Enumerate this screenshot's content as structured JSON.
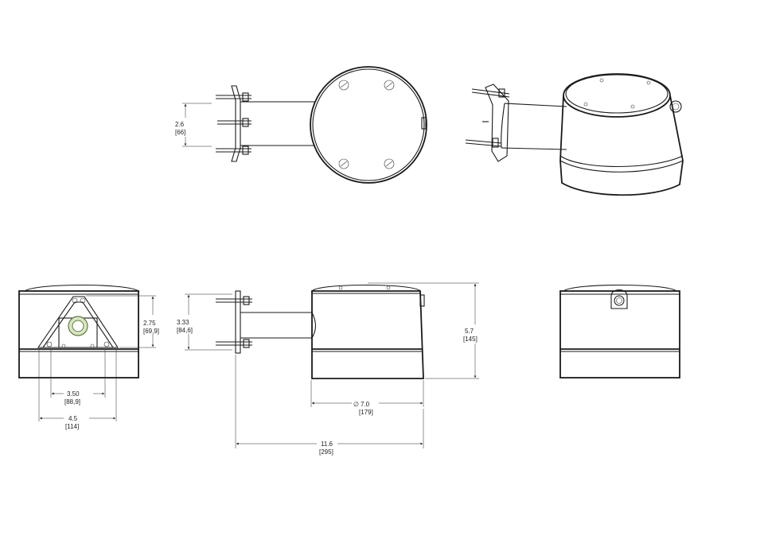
{
  "dimensions": {
    "top_bolt_spacing": {
      "value": "2.6",
      "metric": "[66]"
    },
    "front_bolt_spacing": {
      "value": "3.50",
      "metric": "[88,9]"
    },
    "front_bracket_width": {
      "value": "4.5",
      "metric": "[114]"
    },
    "front_bracket_height": {
      "value": "2.75",
      "metric": "[69,9]"
    },
    "side_arm_height": {
      "value": "3.33",
      "metric": "[84,6]"
    },
    "overall_height": {
      "value": "5.7",
      "metric": "[145]"
    },
    "housing_diameter": {
      "symbol": "∅",
      "value": "7.0",
      "metric": "[179]"
    },
    "overall_length": {
      "value": "11.6",
      "metric": "[295]"
    }
  },
  "colors": {
    "line": "#1a1a1a",
    "accent": "#8fae6a"
  }
}
